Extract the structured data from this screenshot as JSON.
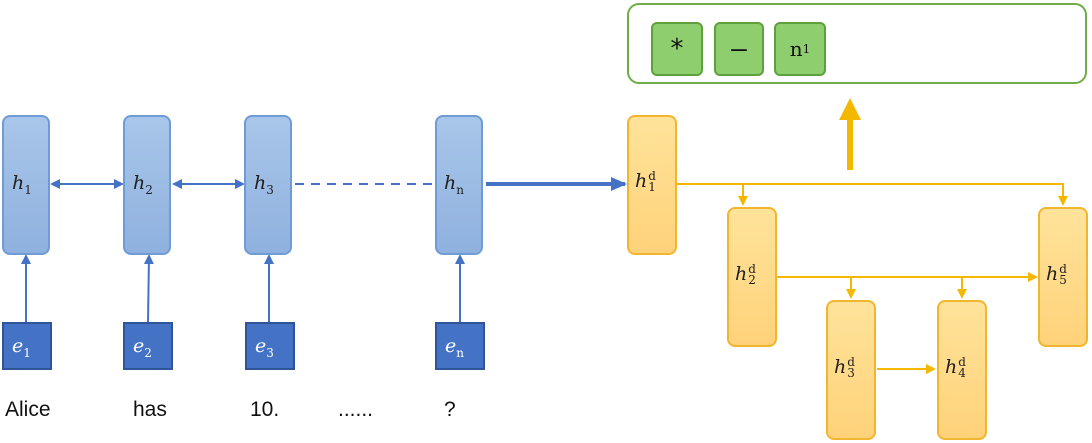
{
  "encoder": {
    "hidden": [
      {
        "base": "h",
        "sub": "1"
      },
      {
        "base": "h",
        "sub": "2"
      },
      {
        "base": "h",
        "sub": "3"
      },
      {
        "base": "h",
        "sub": "n"
      }
    ],
    "embeddings": [
      {
        "base": "e",
        "sub": "1"
      },
      {
        "base": "e",
        "sub": "2"
      },
      {
        "base": "e",
        "sub": "3"
      },
      {
        "base": "e",
        "sub": "n"
      }
    ],
    "words": [
      "Alice",
      "has",
      "10.",
      "......",
      "?"
    ]
  },
  "decoder": {
    "cells": [
      {
        "base": "h",
        "sup": "d",
        "sub": "1"
      },
      {
        "base": "h",
        "sup": "d",
        "sub": "2"
      },
      {
        "base": "h",
        "sup": "d",
        "sub": "3"
      },
      {
        "base": "h",
        "sup": "d",
        "sub": "4"
      },
      {
        "base": "h",
        "sup": "d",
        "sub": "5"
      }
    ]
  },
  "output": {
    "tokens": [
      {
        "text": "*"
      },
      {
        "text": "–"
      },
      {
        "base": "n",
        "sub": "1"
      }
    ]
  },
  "colors": {
    "encoder_fill": "#9dbbe4",
    "encoder_edge": "#4472c4",
    "embedding_fill": "#4472c4",
    "decoder_fill": "#ffd98a",
    "decoder_edge": "#f2b530",
    "output_border": "#70ad47",
    "token_fill": "#8fce6f"
  }
}
